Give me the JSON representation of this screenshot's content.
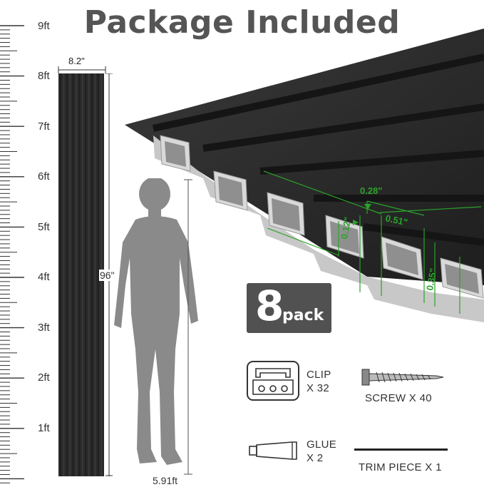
{
  "title": "Package Included",
  "ruler": {
    "labels": [
      "9ft",
      "8ft",
      "7ft",
      "6ft",
      "5ft",
      "4ft",
      "3ft",
      "2ft",
      "1ft"
    ]
  },
  "panel": {
    "width_label": "8.2\"",
    "height_label": "96\""
  },
  "person": {
    "height_label": "5.91ft"
  },
  "slat_dimensions": {
    "a": "0.28\"",
    "b": "0.51\"",
    "c": "0.12\"",
    "d": "0.35\""
  },
  "badge": {
    "number": "8",
    "word": "pack"
  },
  "items": {
    "clip": {
      "name": "CLIP",
      "qty": "X 32"
    },
    "screw": {
      "label": "SCREW X 40"
    },
    "glue": {
      "name": "GLUE",
      "qty": "X 2"
    },
    "trim": {
      "label": "TRIM PIECE X 1"
    }
  },
  "colors": {
    "panel": "#2b2b2b",
    "accent_green": "#2aa32a",
    "badge_bg": "#515151"
  }
}
